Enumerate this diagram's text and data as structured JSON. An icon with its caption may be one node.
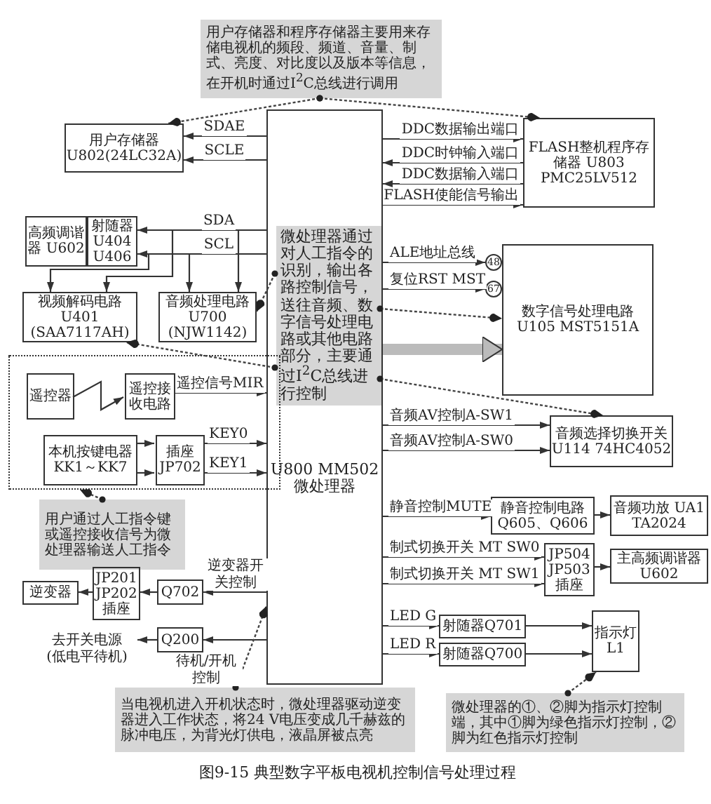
{
  "diagram": {
    "caption": "图9-15  典型数字平板电视机控制信号处理过程",
    "nodes": [
      {
        "text": [
          "用户存储器和程序存储器主要用来存储电视机的频段、频道、音量、制式、亮度、对比度以及版本等信息，在开机时通过I$^{2}$C总线进行调用"
        ]
      },
      {
        "text": [
          "U800 MM502 微处理器"
        ]
      },
      {
        "text": [
          "用户存储器 U802(24LC32A)"
        ]
      },
      {
        "text": [
          "FLASH整机程序存储器 U803 PMC25LV512"
        ]
      },
      {
        "text": [
          "高频调谐器 U602"
        ]
      },
      {
        "text": [
          "射随器 U404 U406"
        ]
      },
      {
        "text": [
          "视频解码电路 U401 (SAA7117AH)"
        ]
      },
      {
        "text": [
          "音频处理电路 U700 (NJW1142)"
        ]
      },
      {
        "text": [
          "微处理器通过对人工指令的识别，输出各路控制信号，送往音频、数字信号处理电路或其他电路部分，主要通过I$^{2}$C总线进行控制"
        ],
        "in": 1
      },
      {
        "text": [
          "48"
        ]
      },
      {
        "text": [
          "67"
        ]
      },
      {
        "text": [
          "数字信号处理电路 U105 MST5151A"
        ]
      },
      {
        "text": [],
        "shape": "box"
      },
      {
        "text": [
          "遥控器"
        ],
        "in": 12
      },
      {
        "text": [
          "遥控接收电路"
        ],
        "in": 12
      },
      {
        "text": [
          "本机按键电器 KK1～KK7"
        ],
        "in": 12
      },
      {
        "text": [
          "插座 JP702"
        ],
        "in": 12
      },
      {
        "text": [
          "用户通过人工指令键或遥控接收信号为微处理器输送人工指令"
        ]
      },
      {
        "text": [
          "逆变器"
        ]
      },
      {
        "text": [
          "JP201 JP202 插座"
        ]
      },
      {
        "text": [
          "Q702"
        ]
      },
      {
        "text": [
          "Q200"
        ]
      },
      {
        "text": [
          "去开关电源 (低电平待机)"
        ]
      },
      {
        "text": [
          "音频选择切换开关 U114 74HC4052"
        ]
      },
      {
        "text": [
          "静音控制电路 Q605、Q606"
        ]
      },
      {
        "text": [
          "音频功放 UA1 TA2024"
        ]
      },
      {
        "text": [
          "JP504 JP503 插座"
        ]
      },
      {
        "text": [
          "主高频调谐器 U602"
        ]
      },
      {
        "text": [
          "射随器Q701"
        ]
      },
      {
        "text": [
          "射随器Q700"
        ]
      },
      {
        "text": [
          "指示灯 L1"
        ]
      },
      {
        "text": [
          "当电视机进入开机状态时，微处理器驱动逆变器进入工作状态，将24 V电压变成几千赫兹的脉冲电压，为背光灯供电，液晶屏被点亮"
        ]
      },
      {
        "text": [
          "微处理器的①、②脚为指示灯控制端，其中①脚为绿色指示灯控制，②脚为红色指示灯控制"
        ]
      }
    ],
    "edges": [
      {
        "from": 1,
        "to": 2,
        "arrow": "to",
        "label": "SDAE"
      },
      {
        "from": 1,
        "to": 2,
        "arrow": "to",
        "label": "SCLE"
      },
      {
        "from": 1,
        "to": 3,
        "arrow": "to",
        "label": "DDC数据输出端口"
      },
      {
        "from": 3,
        "to": 1,
        "arrow": "to",
        "label": "DDC时钟输入端口"
      },
      {
        "from": 3,
        "to": 1,
        "arrow": "to",
        "label": "DDC数据输入端口"
      },
      {
        "from": 1,
        "to": 3,
        "arrow": "to",
        "label": "FLASH使能信号输出"
      },
      {
        "from": 1,
        "to": 5,
        "arrow": "to",
        "label": "SDA"
      },
      {
        "from": 1,
        "to": 5,
        "arrow": "to",
        "label": "SCL"
      },
      {
        "from": 1,
        "to": 6,
        "arrow": "to"
      },
      {
        "from": 1,
        "to": 6,
        "arrow": "to"
      },
      {
        "from": 1,
        "to": 7,
        "arrow": "to"
      },
      {
        "from": 1,
        "to": 7,
        "arrow": "to"
      },
      {
        "from": 1,
        "to": 9,
        "arrow": "to",
        "label": "ALE地址总线"
      },
      {
        "from": 1,
        "to": 10,
        "arrow": "to",
        "label": "复位RST MST"
      },
      {
        "from": 1,
        "to": 11,
        "arrow": "to",
        "style": "thick",
        "color": "#bbbbbb"
      },
      {
        "from": 13,
        "to": 14,
        "arrow": "to"
      },
      {
        "from": 14,
        "to": 1,
        "arrow": "to",
        "label": "遥控信号MIR"
      },
      {
        "from": 15,
        "to": 16,
        "arrow": "to"
      },
      {
        "from": 15,
        "to": 16,
        "arrow": "to"
      },
      {
        "from": 16,
        "to": 1,
        "arrow": "to",
        "label": "KEY0"
      },
      {
        "from": 16,
        "to": 1,
        "arrow": "to",
        "label": "KEY1"
      },
      {
        "from": 1,
        "to": 20,
        "arrow": "to",
        "label": "逆变器开关控制"
      },
      {
        "from": 20,
        "to": 19,
        "arrow": "to"
      },
      {
        "from": 19,
        "to": 18,
        "arrow": "to"
      },
      {
        "from": 1,
        "to": 21,
        "arrow": "to",
        "label": "待机/开机控制"
      },
      {
        "from": 21,
        "to": 22,
        "arrow": "to"
      },
      {
        "from": 1,
        "to": 23,
        "arrow": "to",
        "label": "音频AV控制A-SW1"
      },
      {
        "from": 1,
        "to": 23,
        "arrow": "to",
        "label": "音频AV控制A-SW0"
      },
      {
        "from": 1,
        "to": 24,
        "arrow": "to",
        "label": "静音控制MUTE"
      },
      {
        "from": 24,
        "to": 25,
        "arrow": "to"
      },
      {
        "from": 1,
        "to": 26,
        "arrow": "to",
        "label": "制式切换开关 MT SW0"
      },
      {
        "from": 1,
        "to": 26,
        "arrow": "to",
        "label": "制式切换开关 MT SW1"
      },
      {
        "from": 26,
        "to": 27,
        "arrow": "to"
      },
      {
        "from": 1,
        "to": 28,
        "arrow": "to",
        "label": "LED G"
      },
      {
        "from": 1,
        "to": 29,
        "arrow": "to",
        "label": "LED R"
      },
      {
        "from": 28,
        "to": 30,
        "arrow": "to"
      },
      {
        "from": 29,
        "to": 30,
        "arrow": "to"
      },
      {
        "from": 0,
        "to": 2,
        "arrow": "to",
        "style": "dashed"
      },
      {
        "from": 0,
        "to": 3,
        "arrow": "to",
        "style": "dashed"
      },
      {
        "from": 8,
        "to": 7,
        "arrow": "to",
        "style": "dashed"
      },
      {
        "from": 8,
        "to": 6,
        "arrow": "to",
        "style": "dashed"
      },
      {
        "from": 8,
        "to": 11,
        "arrow": "to",
        "style": "dashed"
      },
      {
        "from": 8,
        "to": 23,
        "arrow": "to",
        "style": "dashed"
      },
      {
        "from": 17,
        "to": 12,
        "arrow": "to",
        "style": "dashed"
      },
      {
        "from": 31,
        "to": 1,
        "arrow": "to",
        "style": "dashed"
      },
      {
        "from": 32,
        "to": 30,
        "arrow": "to",
        "style": "dashed"
      }
    ]
  }
}
